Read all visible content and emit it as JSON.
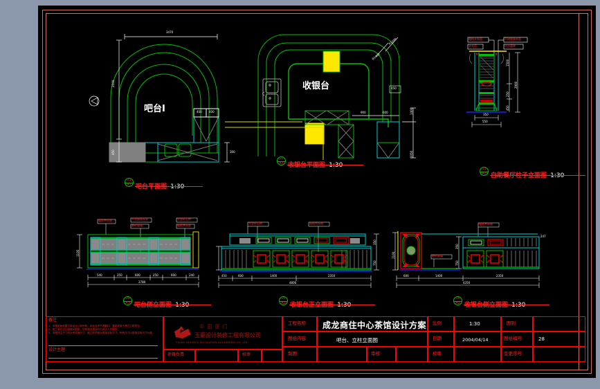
{
  "app": {
    "background_color": "#8b97ab",
    "canvas_color": "#000000",
    "frame_color": "#d1705f"
  },
  "views": [
    {
      "tag": "01",
      "tag_sub": "A3",
      "name": "吧台平面图",
      "scale": "1:30",
      "big_label": "吧台Ⅰ",
      "dims": [
        "3470",
        "2100",
        "450",
        "400",
        "700",
        "400",
        "300"
      ]
    },
    {
      "tag": "02",
      "tag_sub": "A3",
      "name": "收银台平面图",
      "scale": "1:30",
      "big_label": "收银台",
      "dims": [
        "R1200",
        "R1400",
        "450",
        "900",
        "600",
        "1400",
        "1050"
      ]
    },
    {
      "tag": "03",
      "tag_sub": "A3",
      "name": "自助餐厅柱子立面图",
      "scale": "1:30",
      "dims": [
        "1500",
        "2900",
        "250",
        "450",
        "350",
        "550",
        "950"
      ],
      "notes": [
        "樱桃木饰面",
        "不锈钢装饰条",
        "文化石",
        "仿古面砖"
      ]
    },
    {
      "tag": "04",
      "tag_sub": "A3",
      "name": "吧台侧立面图",
      "scale": "1:30",
      "dims": [
        "540",
        "250",
        "600",
        "250",
        "600",
        "240",
        "1100",
        "2780"
      ],
      "notes": [
        "樱桃木饰面",
        "不锈钢装饰条",
        "磨砂玻璃",
        "黑金砂石材"
      ]
    },
    {
      "tag": "05",
      "tag_sub": "A3",
      "name": "收银台正立面图",
      "scale": "1:30",
      "dims": [
        "450",
        "600",
        "1400",
        "2350",
        "4800",
        "350",
        "750"
      ],
      "notes": [
        "黑金砂石材",
        "樱桃木饰面"
      ]
    },
    {
      "tag": "06",
      "tag_sub": "A3",
      "name": "收银台侧立面图",
      "scale": "1:30",
      "dims": [
        "600",
        "1400",
        "2350",
        "4350",
        "1100",
        "350",
        "750",
        "247"
      ],
      "notes": [
        "樱桃木饰面",
        "磨砂玻璃"
      ]
    }
  ],
  "title_block": {
    "notes_heading": "备注",
    "notes_body": "1、本图纸版权属于本设计公司所有，未经允许不得翻印、复制或用于其它工程项目。\n2、施工单位应认真核对图纸，如有疑问请及时与设计人员联系。\n3、本图所注尺寸均为完成面尺寸，施工前须核对现场实际尺寸，所有尺寸以现场实际尺寸为准。",
    "design_mgr_label": "设计主理",
    "design_mgr_value": "",
    "logo": {
      "cn_top": "中  国        厦  门",
      "cn_main": "玉豪设计装修工程有限公司",
      "en": "YUHAO DESIGN & DECORATION ENGINEERING CO., LTD."
    },
    "rows": [
      {
        "label": "工程名称",
        "value": "成龙商住中心茶馆设计方案"
      },
      {
        "label": "图纸内容",
        "value": "吧台、立柱立面图"
      }
    ],
    "fields": [
      {
        "label": "比例",
        "value": "1:30"
      },
      {
        "label": "图别",
        "value": ""
      },
      {
        "label": "日期",
        "value": "2004/04/14"
      },
      {
        "label": "图纸编号",
        "value": "28"
      },
      {
        "label": "制图",
        "value": ""
      },
      {
        "label": "审核",
        "value": ""
      },
      {
        "label": "校审",
        "value": ""
      },
      {
        "label": "变更序号",
        "value": ""
      },
      {
        "label": "项目负责",
        "value": ""
      }
    ]
  }
}
